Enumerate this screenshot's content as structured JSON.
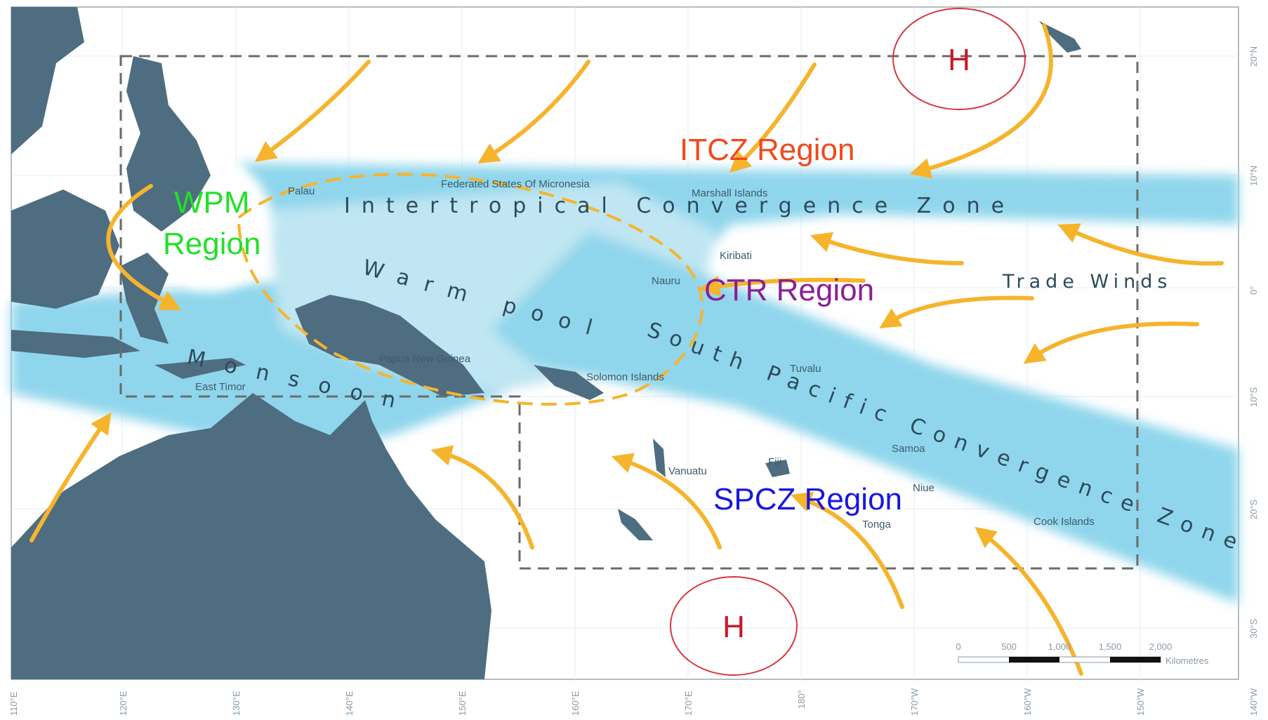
{
  "regions": {
    "itcz": {
      "label": "ITCZ Region",
      "color": "#f04a1d"
    },
    "wpm": {
      "line1": "WPM",
      "line2": "Region",
      "color": "#22e02a"
    },
    "ctr": {
      "label": "CTR Region",
      "color": "#8a1f96"
    },
    "spcz": {
      "label": "SPCZ Region",
      "color": "#1717e0"
    }
  },
  "highs": {
    "north": "H",
    "south": "H"
  },
  "zones": {
    "itcz": "Intertropical Convergence Zone",
    "warm_pool": "Warm pool",
    "spcz": "South Pacific Convergence Zone",
    "monsoon": "Monsoon",
    "trade_winds": "Trade Winds"
  },
  "places": {
    "palau": "Palau",
    "micronesia": "Federated States Of Micronesia",
    "marshall": "Marshall Islands",
    "kiribati": "Kiribati",
    "nauru": "Nauru",
    "png": "Papua New Guinea",
    "east_timor": "East Timor",
    "solomon": "Solomon Islands",
    "tuvalu": "Tuvalu",
    "samoa": "Samoa",
    "vanuatu": "Vanuatu",
    "fiji": "Fiji",
    "niue": "Niue",
    "tonga": "Tonga",
    "cook": "Cook Islands"
  },
  "longitude_ticks": [
    "110°E",
    "120°E",
    "130°E",
    "140°E",
    "150°E",
    "160°E",
    "170°E",
    "180°",
    "170°W",
    "160°W",
    "150°W",
    "140°W"
  ],
  "latitude_ticks": [
    "20°N",
    "10°N",
    "0°",
    "10°S",
    "20°S",
    "30°S"
  ],
  "scale_bar": {
    "labels": [
      "0",
      "500",
      "1,000",
      "1,500",
      "2,000"
    ],
    "unit": "Kilometres"
  },
  "colors": {
    "land": "#4e6d80",
    "convergence": "#8fd6ec",
    "warm_pool": "#bfe6f2",
    "wind_arrow": "#f6b42c",
    "high_ring": "#d7383f",
    "dashed_box": "#6b6b6b"
  }
}
